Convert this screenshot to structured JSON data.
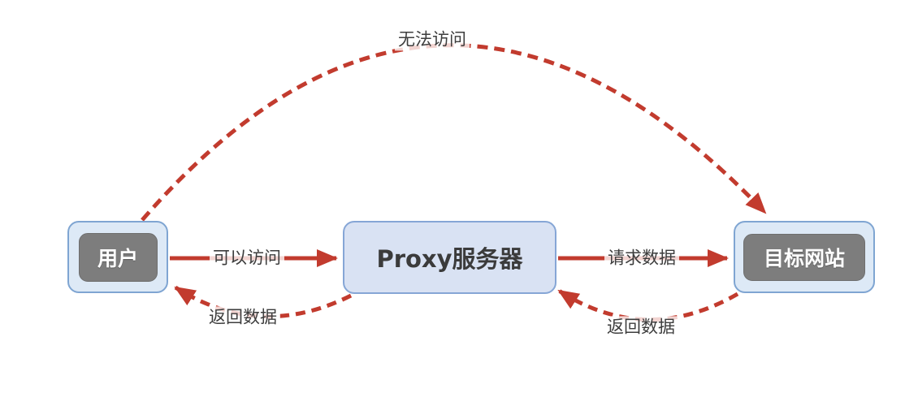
{
  "diagram": {
    "nodes": [
      {
        "id": "user",
        "label": "用户"
      },
      {
        "id": "proxy",
        "label": "Proxy服务器"
      },
      {
        "id": "target",
        "label": "目标网站"
      }
    ],
    "edges": [
      {
        "from": "user",
        "to": "target",
        "label": "无法访问",
        "style": "dashed-arc"
      },
      {
        "from": "user",
        "to": "proxy",
        "label": "可以访问",
        "style": "solid"
      },
      {
        "from": "proxy",
        "to": "target",
        "label": "请求数据",
        "style": "solid"
      },
      {
        "from": "proxy",
        "to": "user",
        "label": "返回数据",
        "style": "dashed"
      },
      {
        "from": "target",
        "to": "proxy",
        "label": "返回数据",
        "style": "dashed"
      }
    ],
    "colors": {
      "arrow_red": "#c23b2e",
      "node_outer_fill": "#dde9f6",
      "node_outer_border": "#7fa5d2",
      "node_inner_fill": "#7d7d7d",
      "proxy_fill": "#d9e2f3",
      "label_text": "#3d3d3d"
    }
  }
}
